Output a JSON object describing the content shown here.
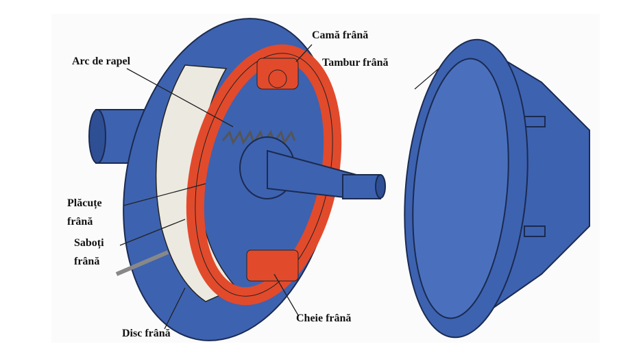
{
  "labels": {
    "cam": "Camă frână",
    "drum": "Tambur frână",
    "spring": "Arc de rapel",
    "pads_1": "Plăcuțe",
    "pads_2": "frână",
    "shoes_1": "Saboți",
    "shoes_2": "frână",
    "key": "Cheie frână",
    "disc": "Disc frână"
  },
  "colors": {
    "blue": "#3d62b0",
    "red": "#e24a2c",
    "lining": "#ece9e0"
  }
}
